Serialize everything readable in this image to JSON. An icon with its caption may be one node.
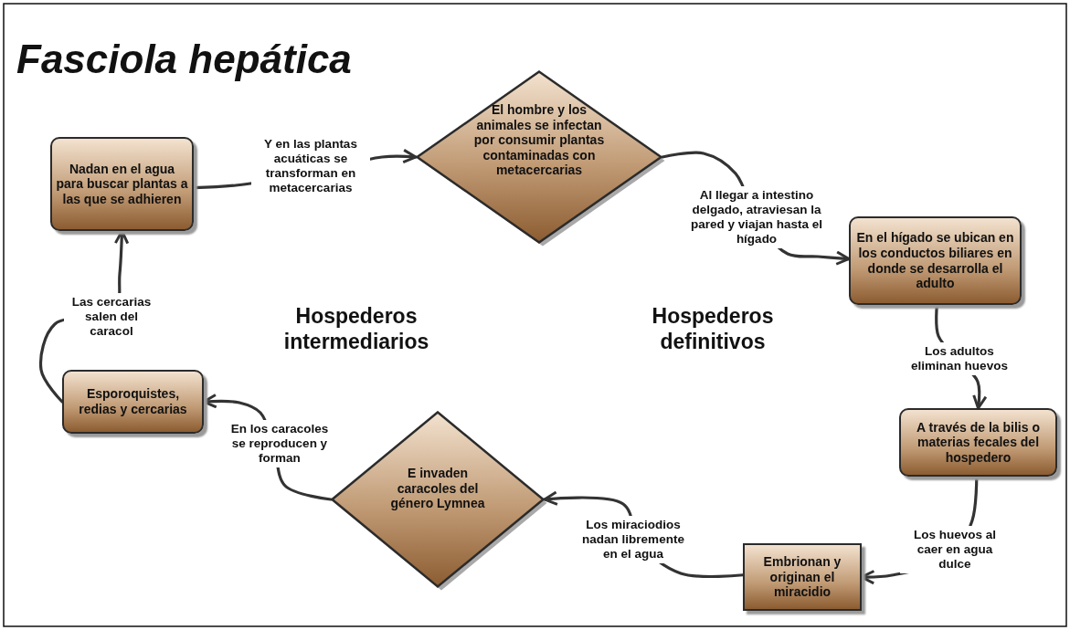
{
  "diagram": {
    "title": "Fasciola hepática",
    "nodes": [
      {
        "text": [
          "Nadan en el agua para buscar plantas a las que se adhieren"
        ]
      },
      {
        "text": [
          "El hombre y los animales se infectan por consumir plantas contaminadas con metacercarias"
        ]
      },
      {
        "text": [
          "En el hígado se ubican en los conductos biliares en donde se desarrolla el adulto"
        ]
      },
      {
        "text": [
          "A través de la bilis o materias fecales del hospedero"
        ]
      },
      {
        "text": [
          "Embrionan y originan el miracidio"
        ]
      },
      {
        "text": [
          "E invaden caracoles del género Lymnea"
        ]
      },
      {
        "text": [
          "Esporoquistes, redias y cercarias"
        ]
      }
    ],
    "edges": [
      {
        "from": 0,
        "to": 1,
        "arrow": "to",
        "label": "Y en las plantas acuáticas se transforman en metacercarias"
      },
      {
        "from": 1,
        "to": 2,
        "arrow": "to",
        "label": "Al llegar a intestino delgado, atraviesan la pared  y viajan hasta el hígado"
      },
      {
        "from": 2,
        "to": 3,
        "arrow": "to",
        "label": "Los adultos eliminan huevos"
      },
      {
        "from": 3,
        "to": 4,
        "arrow": "to",
        "label": "Los huevos al caer en agua dulce"
      },
      {
        "from": 4,
        "to": 5,
        "arrow": "to",
        "label": "Los miraciodios nadan libremente en el agua"
      },
      {
        "from": 5,
        "to": 6,
        "arrow": "to",
        "label": "En los caracoles se reproducen y forman"
      },
      {
        "from": 6,
        "to": 0,
        "arrow": "to",
        "label": "Las cercarias salen del caracol"
      }
    ],
    "labels": [
      "Hospederos intermediarios",
      "Hospederos definitivos"
    ]
  }
}
